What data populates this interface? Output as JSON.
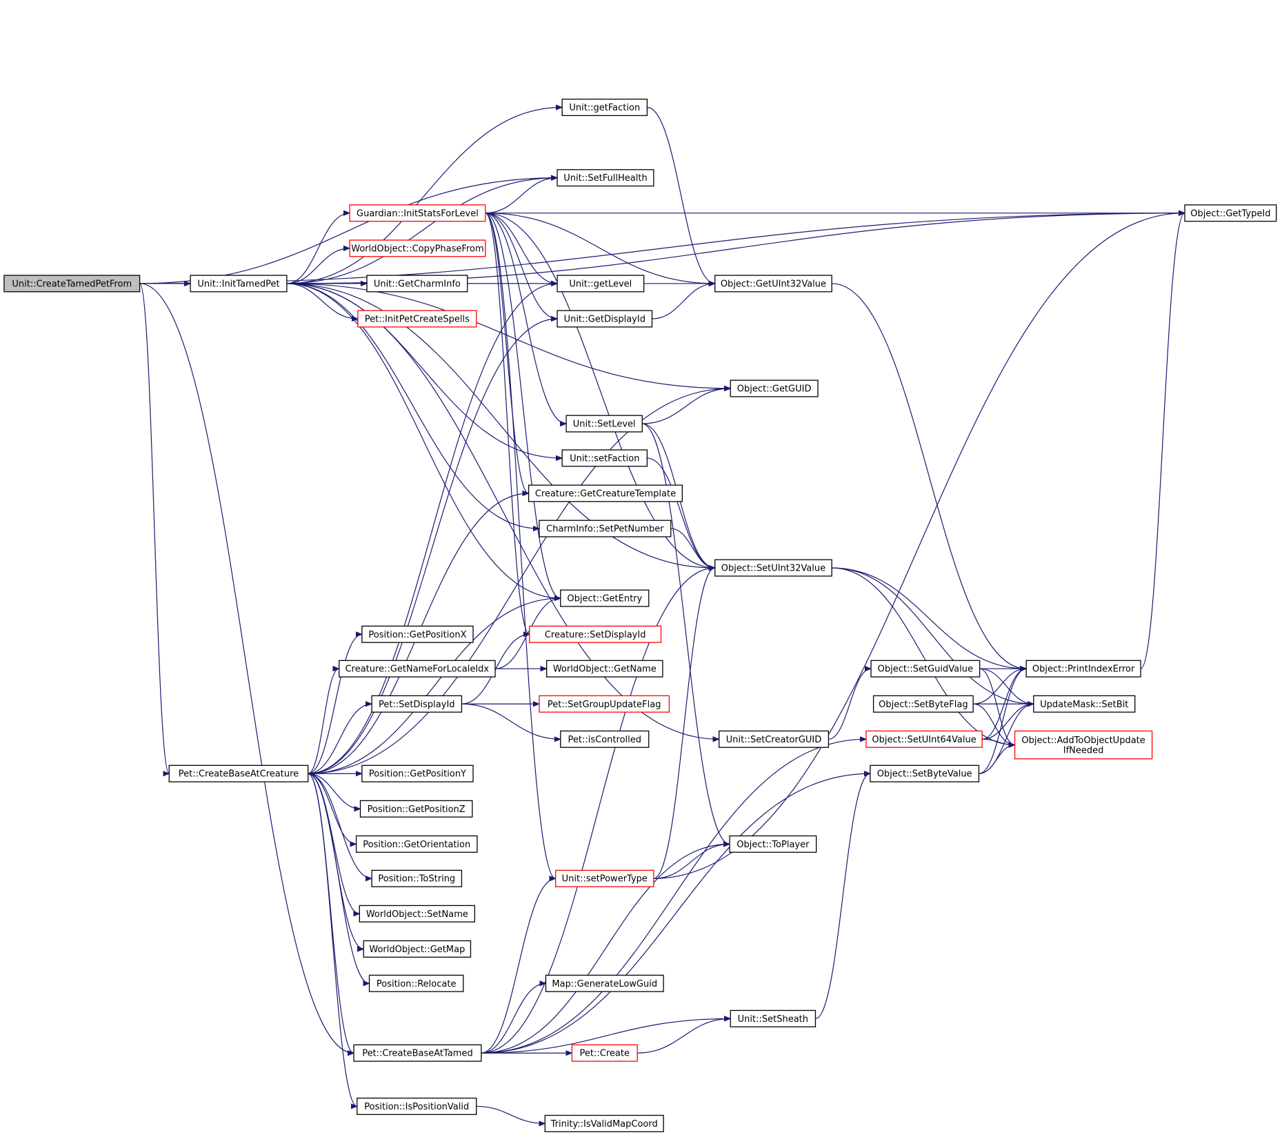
{
  "diagram": {
    "type": "call-graph",
    "colors": {
      "edge": "#191970",
      "node_border": "#000000",
      "truncated_border": "#ff0000",
      "root_fill": "#bfbfbf",
      "node_fill": "#ffffff"
    },
    "nodes": [
      {
        "id": "n0",
        "lines": [
          "Unit::CreateTamedPetFrom"
        ],
        "root": true
      },
      {
        "id": "n1",
        "lines": [
          "Object::GetTypeId"
        ]
      },
      {
        "id": "n2",
        "lines": [
          "Unit::InitTamedPet"
        ]
      },
      {
        "id": "n3",
        "lines": [
          "Unit::SetFullHealth"
        ]
      },
      {
        "id": "n4",
        "lines": [
          "Unit::getLevel"
        ]
      },
      {
        "id": "n5",
        "lines": [
          "Pet::CreateBaseAtCreature"
        ]
      },
      {
        "id": "n6",
        "lines": [
          "Pet::CreateBaseAtTamed"
        ]
      },
      {
        "id": "n7",
        "lines": [
          "Unit::getFaction"
        ]
      },
      {
        "id": "n8",
        "lines": [
          "Guardian::InitStatsForLevel"
        ],
        "truncated": true
      },
      {
        "id": "n9",
        "lines": [
          "WorldObject::CopyPhaseFrom"
        ],
        "truncated": true
      },
      {
        "id": "n10",
        "lines": [
          "Unit::GetCharmInfo"
        ]
      },
      {
        "id": "n11",
        "lines": [
          "Pet::InitPetCreateSpells"
        ],
        "truncated": true
      },
      {
        "id": "n12",
        "lines": [
          "Object::GetUInt32Value"
        ]
      },
      {
        "id": "n13",
        "lines": [
          "Unit::GetDisplayId"
        ]
      },
      {
        "id": "n14",
        "lines": [
          "Object::GetGUID"
        ]
      },
      {
        "id": "n15",
        "lines": [
          "Unit::SetLevel"
        ]
      },
      {
        "id": "n16",
        "lines": [
          "Unit::setFaction"
        ]
      },
      {
        "id": "n17",
        "lines": [
          "Creature::GetCreatureTemplate"
        ]
      },
      {
        "id": "n18",
        "lines": [
          "CharmInfo::SetPetNumber"
        ]
      },
      {
        "id": "n19",
        "lines": [
          "Object::SetUInt32Value"
        ]
      },
      {
        "id": "n20",
        "lines": [
          "Object::GetEntry"
        ]
      },
      {
        "id": "n21",
        "lines": [
          "Position::GetPositionX"
        ]
      },
      {
        "id": "n22",
        "lines": [
          "Creature::SetDisplayId"
        ],
        "truncated": true
      },
      {
        "id": "n23",
        "lines": [
          "Creature::GetNameForLocaleIdx"
        ]
      },
      {
        "id": "n24",
        "lines": [
          "WorldObject::GetName"
        ]
      },
      {
        "id": "n25",
        "lines": [
          "Pet::SetDisplayId"
        ]
      },
      {
        "id": "n26",
        "lines": [
          "Pet::SetGroupUpdateFlag"
        ],
        "truncated": true
      },
      {
        "id": "n27",
        "lines": [
          "Pet::isControlled"
        ]
      },
      {
        "id": "n28",
        "lines": [
          "Unit::SetCreatorGUID"
        ]
      },
      {
        "id": "n29",
        "lines": [
          "Position::GetPositionY"
        ]
      },
      {
        "id": "n30",
        "lines": [
          "Position::GetPositionZ"
        ]
      },
      {
        "id": "n31",
        "lines": [
          "Position::GetOrientation"
        ]
      },
      {
        "id": "n32",
        "lines": [
          "Position::ToString"
        ]
      },
      {
        "id": "n33",
        "lines": [
          "WorldObject::SetName"
        ]
      },
      {
        "id": "n34",
        "lines": [
          "WorldObject::GetMap"
        ]
      },
      {
        "id": "n35",
        "lines": [
          "Position::Relocate"
        ]
      },
      {
        "id": "n36",
        "lines": [
          "Position::IsPositionValid"
        ]
      },
      {
        "id": "n37",
        "lines": [
          "Trinity::IsValidMapCoord"
        ]
      },
      {
        "id": "n38",
        "lines": [
          "Object::ToPlayer"
        ]
      },
      {
        "id": "n39",
        "lines": [
          "Unit::setPowerType"
        ],
        "truncated": true
      },
      {
        "id": "n40",
        "lines": [
          "Map::GenerateLowGuid"
        ]
      },
      {
        "id": "n41",
        "lines": [
          "Unit::SetSheath"
        ]
      },
      {
        "id": "n42",
        "lines": [
          "Pet::Create"
        ],
        "truncated": true
      },
      {
        "id": "n43",
        "lines": [
          "Object::PrintIndexError"
        ]
      },
      {
        "id": "n44",
        "lines": [
          "Object::SetGuidValue"
        ]
      },
      {
        "id": "n45",
        "lines": [
          "UpdateMask::SetBit"
        ]
      },
      {
        "id": "n46",
        "lines": [
          "Object::SetByteFlag"
        ]
      },
      {
        "id": "n47",
        "lines": [
          "Object::SetUInt64Value"
        ],
        "truncated": true
      },
      {
        "id": "n48",
        "lines": [
          "Object::AddToObjectUpdate",
          "IfNeeded"
        ],
        "truncated": true
      },
      {
        "id": "n49",
        "lines": [
          "Object::SetByteValue"
        ]
      }
    ],
    "edges": [
      [
        "n0",
        "n1"
      ],
      [
        "n0",
        "n2"
      ],
      [
        "n0",
        "n3"
      ],
      [
        "n0",
        "n4"
      ],
      [
        "n0",
        "n5"
      ],
      [
        "n0",
        "n6"
      ],
      [
        "n2",
        "n1"
      ],
      [
        "n2",
        "n7"
      ],
      [
        "n2",
        "n3"
      ],
      [
        "n2",
        "n8"
      ],
      [
        "n2",
        "n9"
      ],
      [
        "n2",
        "n10"
      ],
      [
        "n2",
        "n11"
      ],
      [
        "n2",
        "n4"
      ],
      [
        "n2",
        "n14"
      ],
      [
        "n2",
        "n16"
      ],
      [
        "n2",
        "n18"
      ],
      [
        "n2",
        "n19"
      ],
      [
        "n2",
        "n20"
      ],
      [
        "n2",
        "n28"
      ],
      [
        "n8",
        "n1"
      ],
      [
        "n8",
        "n3"
      ],
      [
        "n8",
        "n12"
      ],
      [
        "n8",
        "n4"
      ],
      [
        "n8",
        "n13"
      ],
      [
        "n8",
        "n15"
      ],
      [
        "n8",
        "n17"
      ],
      [
        "n8",
        "n19"
      ],
      [
        "n8",
        "n20"
      ],
      [
        "n8",
        "n22"
      ],
      [
        "n8",
        "n39"
      ],
      [
        "n7",
        "n12"
      ],
      [
        "n4",
        "n12"
      ],
      [
        "n13",
        "n12"
      ],
      [
        "n12",
        "n43"
      ],
      [
        "n15",
        "n14"
      ],
      [
        "n15",
        "n19"
      ],
      [
        "n15",
        "n38"
      ],
      [
        "n16",
        "n19"
      ],
      [
        "n18",
        "n19"
      ],
      [
        "n19",
        "n43"
      ],
      [
        "n19",
        "n45"
      ],
      [
        "n19",
        "n48"
      ],
      [
        "n5",
        "n4"
      ],
      [
        "n5",
        "n13"
      ],
      [
        "n5",
        "n14"
      ],
      [
        "n5",
        "n17"
      ],
      [
        "n5",
        "n20"
      ],
      [
        "n5",
        "n21"
      ],
      [
        "n5",
        "n23"
      ],
      [
        "n5",
        "n25"
      ],
      [
        "n5",
        "n29"
      ],
      [
        "n5",
        "n30"
      ],
      [
        "n5",
        "n31"
      ],
      [
        "n5",
        "n32"
      ],
      [
        "n5",
        "n33"
      ],
      [
        "n5",
        "n34"
      ],
      [
        "n5",
        "n35"
      ],
      [
        "n5",
        "n36"
      ],
      [
        "n5",
        "n6"
      ],
      [
        "n23",
        "n20"
      ],
      [
        "n23",
        "n24"
      ],
      [
        "n25",
        "n22"
      ],
      [
        "n25",
        "n26"
      ],
      [
        "n25",
        "n27"
      ],
      [
        "n28",
        "n44"
      ],
      [
        "n36",
        "n37"
      ],
      [
        "n6",
        "n19"
      ],
      [
        "n6",
        "n38"
      ],
      [
        "n6",
        "n39"
      ],
      [
        "n6",
        "n40"
      ],
      [
        "n6",
        "n41"
      ],
      [
        "n6",
        "n42"
      ],
      [
        "n6",
        "n47"
      ],
      [
        "n6",
        "n49"
      ],
      [
        "n39",
        "n38"
      ],
      [
        "n39",
        "n19"
      ],
      [
        "n39",
        "n1"
      ],
      [
        "n42",
        "n41"
      ],
      [
        "n41",
        "n49"
      ],
      [
        "n43",
        "n1"
      ],
      [
        "n44",
        "n43"
      ],
      [
        "n44",
        "n45"
      ],
      [
        "n44",
        "n48"
      ],
      [
        "n46",
        "n43"
      ],
      [
        "n46",
        "n45"
      ],
      [
        "n46",
        "n48"
      ],
      [
        "n47",
        "n43"
      ],
      [
        "n47",
        "n45"
      ],
      [
        "n47",
        "n48"
      ],
      [
        "n49",
        "n43"
      ],
      [
        "n49",
        "n45"
      ],
      [
        "n49",
        "n48"
      ]
    ]
  }
}
